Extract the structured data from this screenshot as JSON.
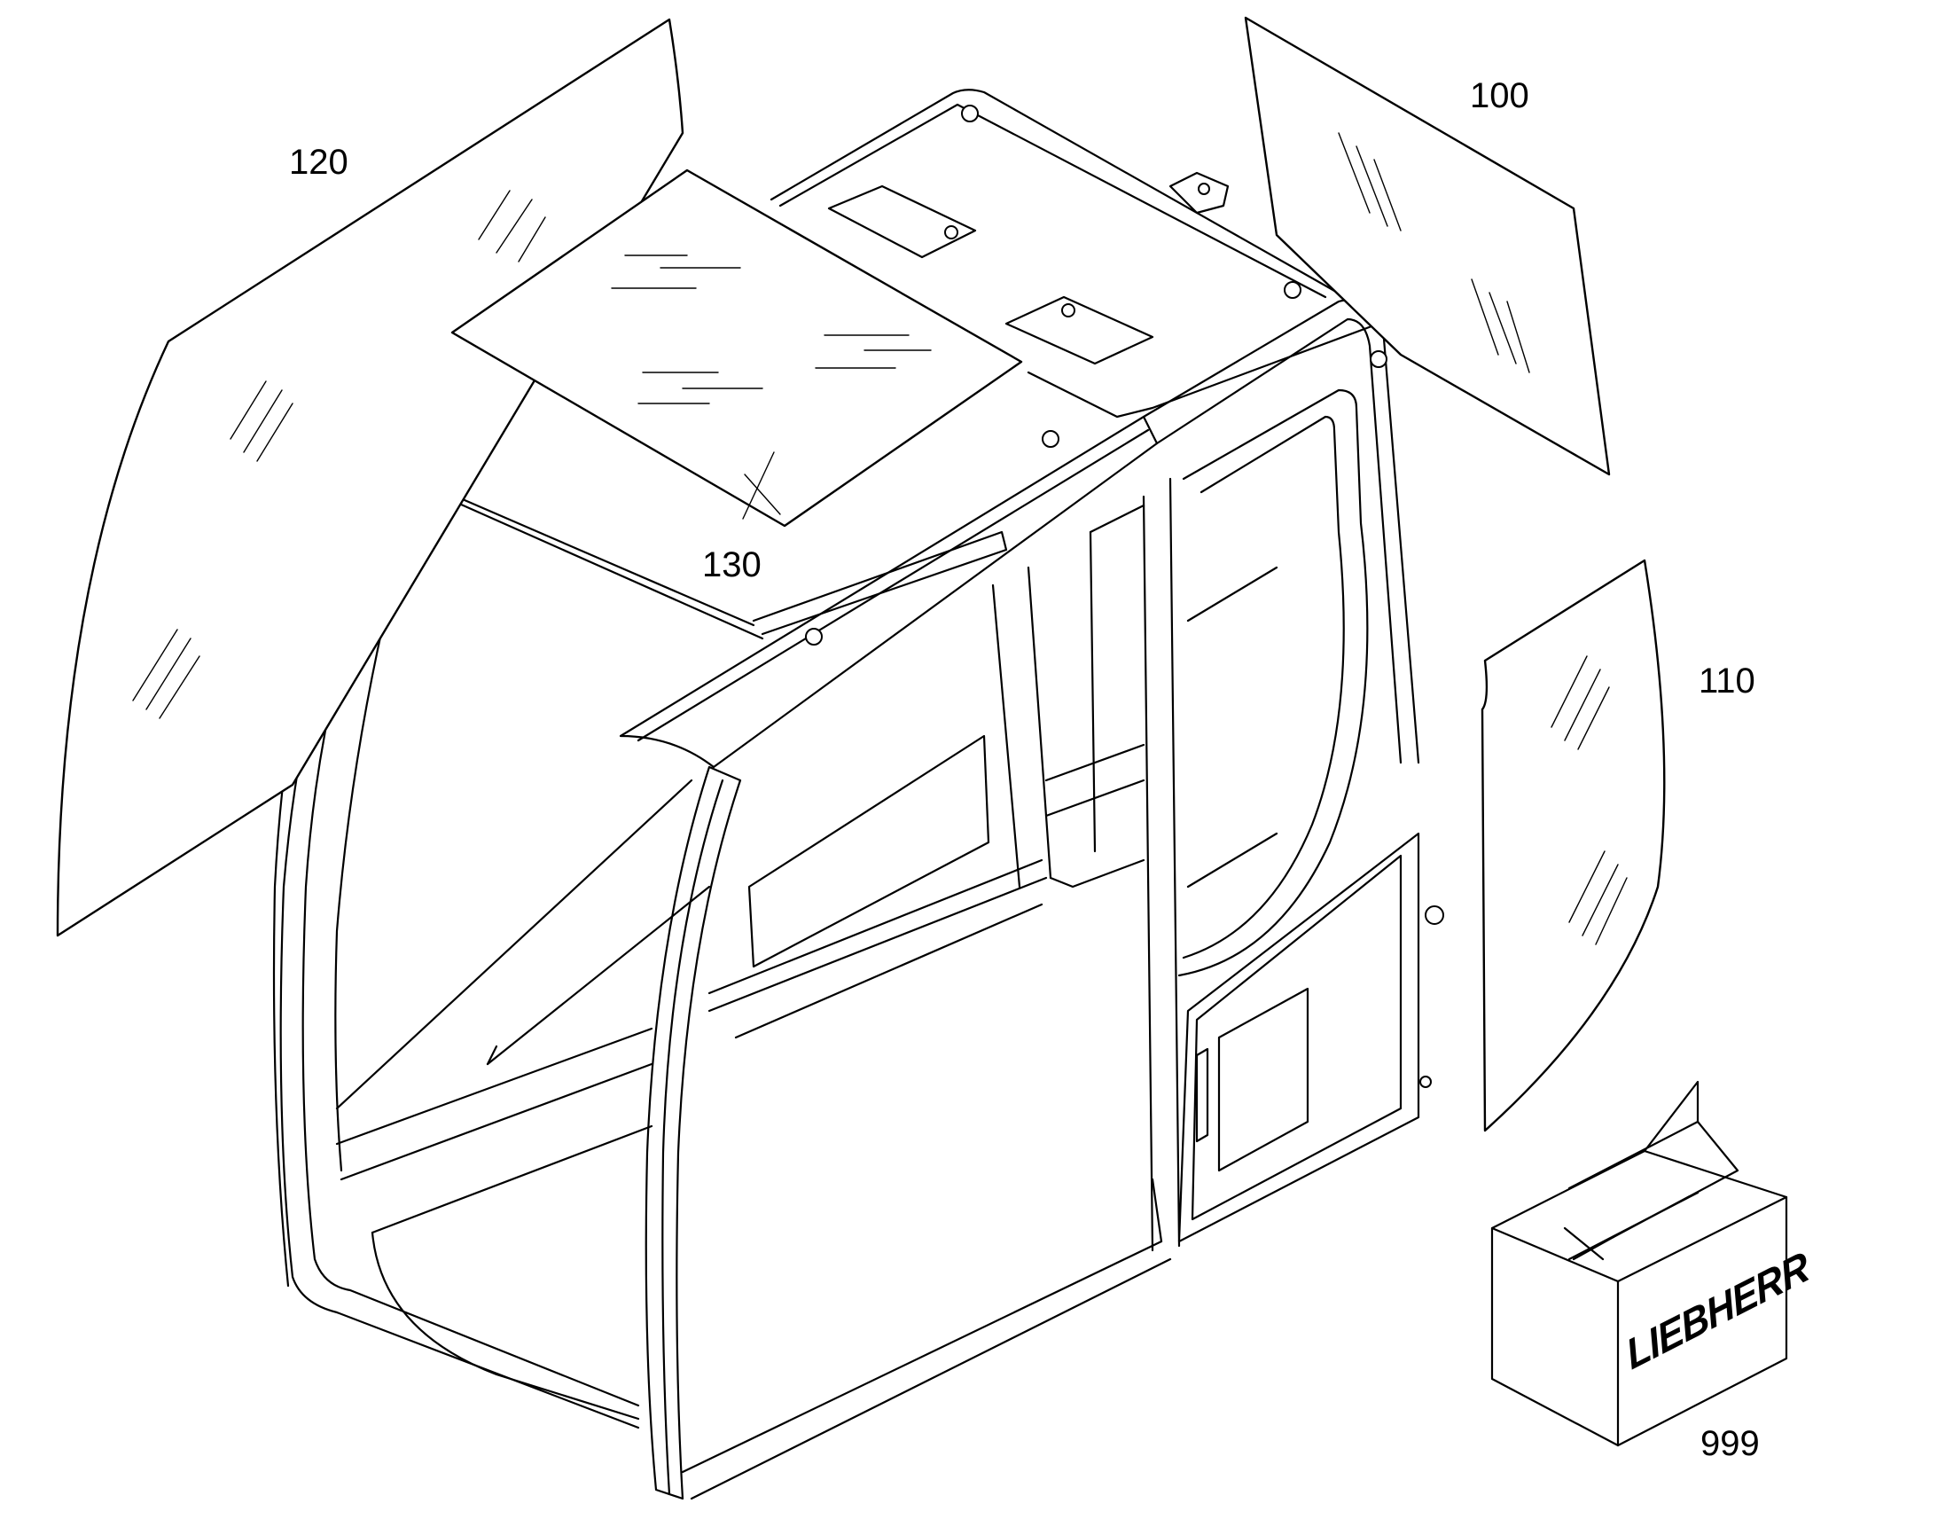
{
  "callouts": {
    "c100": "100",
    "c110": "110",
    "c120": "120",
    "c130": "130",
    "c999": "999"
  },
  "kit": {
    "brand": "LIEBHERR"
  },
  "colors": {
    "line": "#000000",
    "background": "#ffffff"
  }
}
